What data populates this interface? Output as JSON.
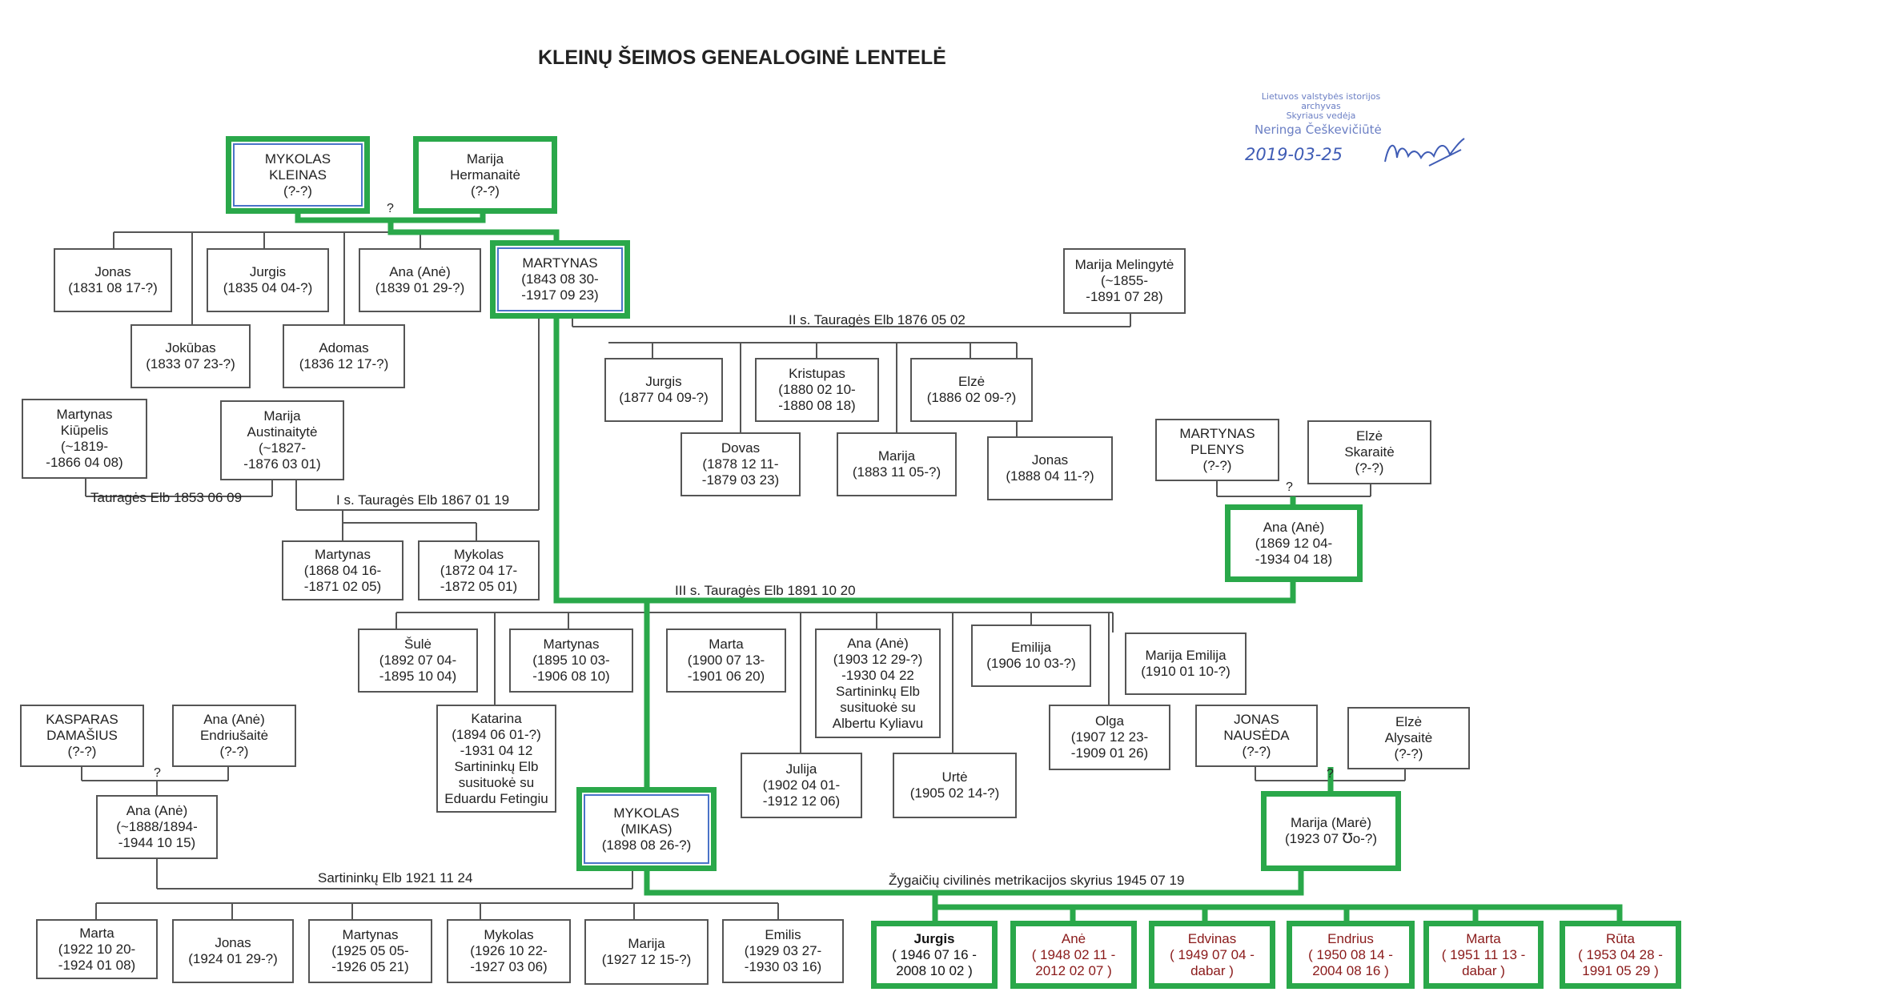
{
  "title": "KLEINŲ ŠEIMOS GENEALOGINĖ LENTELĖ",
  "stamp": {
    "org_lines": [
      "Lietuvos valstybės istorijos",
      "archyvas",
      "Skyriaus vedėja"
    ],
    "name": "Neringa Češkevičiūtė",
    "date": "2019-03-25"
  },
  "highlight_color": "#2aa84a",
  "people": {
    "mykolas_kleinas": [
      "MYKOLAS",
      "KLEINAS",
      "(?-?)"
    ],
    "marija_hermanaite": [
      "Marija",
      "Hermanaitė",
      "(?-?)"
    ],
    "jonas_1831": [
      "Jonas",
      "(1831 08 17-?)"
    ],
    "jurgis_1835": [
      "Jurgis",
      "(1835 04 04-?)"
    ],
    "ana_1839": [
      "Ana (Anė)",
      "(1839 01 29-?)"
    ],
    "martynas_1843": [
      "MARTYNAS",
      "(1843 08 30-",
      "-1917 09 23)"
    ],
    "jokubas_1833": [
      "Jokūbas",
      "(1833 07 23-?)"
    ],
    "adomas_1836": [
      "Adomas",
      "(1836 12 17-?)"
    ],
    "marija_melingyte": [
      "Marija Melingytė",
      "(~1855-",
      "-1891 07 28)"
    ],
    "martynas_kiupelis": [
      "Martynas",
      "Kiūpelis",
      "(~1819-",
      "-1866 04 08)"
    ],
    "marija_austinaityte": [
      "Marija",
      "Austinaitytė",
      "(~1827-",
      "-1876 03 01)"
    ],
    "jurgis_1877": [
      "Jurgis",
      "(1877 04 09-?)"
    ],
    "kristupas_1880": [
      "Kristupas",
      "(1880 02 10-",
      "-1880 08 18)"
    ],
    "elze_1886": [
      "Elzė",
      "(1886 02 09-?)"
    ],
    "dovas_1878": [
      "Dovas",
      "(1878 12 11-",
      "-1879 03 23)"
    ],
    "marija_1883": [
      "Marija",
      "(1883 11 05-?)"
    ],
    "jonas_1888": [
      "Jonas",
      "(1888 04 11-?)"
    ],
    "martynas_plenys": [
      "MARTYNAS",
      "PLENYS",
      "(?-?)"
    ],
    "elze_skaraite": [
      "Elzė",
      "Skaraitė",
      "(?-?)"
    ],
    "ana_1869": [
      "Ana (Anė)",
      "(1869 12 04-",
      "-1934 04 18)"
    ],
    "martynas_1868": [
      "Martynas",
      "(1868 04 16-",
      "-1871 02 05)"
    ],
    "mykolas_1872": [
      "Mykolas",
      "(1872 04 17-",
      "-1872 05 01)"
    ],
    "sule_1892": [
      "Šulė",
      "(1892 07 04-",
      "-1895 10 04)"
    ],
    "martynas_1895": [
      "Martynas",
      "(1895 10 03-",
      "-1906 08 10)"
    ],
    "marta_1900": [
      "Marta",
      "(1900 07 13-",
      "-1901 06 20)"
    ],
    "ana_1903": [
      "Ana (Anė)",
      "(1903 12 29-?)",
      "-1930 04 22",
      "Sartininkų Elb",
      "susituokė su",
      "Albertu Kyliavu"
    ],
    "emilija_1906": [
      "Emilija",
      "(1906 10 03-?)"
    ],
    "marija_emilija_1910": [
      "Marija Emilija",
      "(1910 01 10-?)"
    ],
    "katarina_1894": [
      "Katarina",
      "(1894 06 01-?)",
      "-1931 04 12",
      "Sartininkų Elb",
      "susituokė su",
      "Eduardu Fetingiu"
    ],
    "julija_1902": [
      "Julija",
      "(1902 04 01-",
      "-1912 12 06)"
    ],
    "urte_1905": [
      "Urtė",
      "(1905 02 14-?)"
    ],
    "olga_1907": [
      "Olga",
      "(1907 12 23-",
      "-1909 01 26)"
    ],
    "kasparas_damasius": [
      "KASPARAS",
      "DAMAŠIUS",
      "(?-?)"
    ],
    "ana_endriusaite": [
      "Ana (Anė)",
      "Endriušaitė",
      "(?-?)"
    ],
    "ana_1888": [
      "Ana (Anė)",
      "(~1888/1894-",
      "-1944 10 15)"
    ],
    "mykolas_mikas_1898": [
      "MYKOLAS",
      "(MIKAS)",
      "(1898 08 26-?)"
    ],
    "jonas_nauseda": [
      "JONAS",
      "NAUSĖDA",
      "(?-?)"
    ],
    "elze_alysaite": [
      "Elzė",
      "Alysaitė",
      "(?-?)"
    ],
    "marija_mare_1923": [
      "Marija (Marė)",
      "(1923 07 ℧ο-?)"
    ],
    "marta_1922": [
      "Marta",
      "(1922 10 20-",
      "-1924 01 08)"
    ],
    "jonas_1924": [
      "Jonas",
      "(1924 01 29-?)"
    ],
    "martynas_1925": [
      "Martynas",
      "(1925 05 05-",
      "-1926 05 21)"
    ],
    "mykolas_1926": [
      "Mykolas",
      "(1926 10 22-",
      "-1927 03 06)"
    ],
    "marija_1927": [
      "Marija",
      "(1927 12 15-?)"
    ],
    "emilis_1929": [
      "Emilis",
      "(1929 03 27-",
      "-1930 03 16)"
    ],
    "jurgis_1946": [
      "Jurgis",
      "( 1946 07 16 -",
      "2008 10 02 )"
    ],
    "ane_1948": [
      "Anė",
      "( 1948 02 11 -",
      "2012 02 07 )"
    ],
    "edvinas_1949": [
      "Edvinas",
      "( 1949 07 04 -",
      "dabar )"
    ],
    "endrius_1950": [
      "Endrius",
      "( 1950 08 14 -",
      "2004 08 16 )"
    ],
    "marta_1951": [
      "Marta",
      "( 1951 11 13 -",
      "dabar )"
    ],
    "ruta_1953": [
      "Rūta",
      "( 1953 04 28 -",
      "1991 05 29 )"
    ]
  },
  "labels": {
    "marriage_2": "II s. Tauragės Elb 1876 05 02",
    "marriage_kiupelis": "Tauragės Elb 1853 06 09",
    "marriage_1": "I s. Tauragės Elb 1867 01 19",
    "marriage_3": "III s. Tauragės Elb 1891 10 20",
    "marriage_sartininku": "Sartininkų Elb 1921 11 24",
    "marriage_zygaiciu": "Žygaičių civilinės metrikacijos skyrius 1945 07 19",
    "unknown_marker": "?"
  }
}
